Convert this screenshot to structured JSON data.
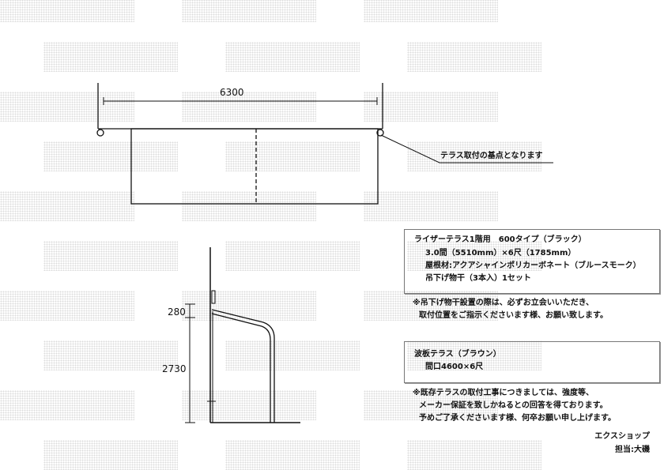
{
  "watermark": "転載禁止",
  "plan": {
    "width_label": "6300",
    "leader_note": "テラス取付の基点となります"
  },
  "side": {
    "dim_upper": "280",
    "dim_lower": "2730"
  },
  "spec_box": {
    "lines": [
      "ライザーテラス1階用　600タイプ（ブラック）",
      "3.0間（5510mm）×6尺（1785mm）",
      "屋根材:アクアシャインポリカーボネート（ブルースモーク）",
      "吊下げ物干（3本入）1セット"
    ]
  },
  "note1": [
    "※吊下げ物干設置の際は、必ずお立会いいただき、",
    "取付位置をご指示くださいます様、お願い致します。"
  ],
  "existing_box": {
    "lines": [
      "波板テラス（ブラウン）",
      "間口4600×6尺"
    ]
  },
  "note2": [
    "※既存テラスの取付工事につきましては、強度等、",
    "メーカー保証を致しかねるとの回答を得ております。",
    "予めご了承くださいます様、何卒お願い申し上げます。"
  ],
  "signature": {
    "company": "エクスショップ",
    "person": "担当:大磯"
  }
}
